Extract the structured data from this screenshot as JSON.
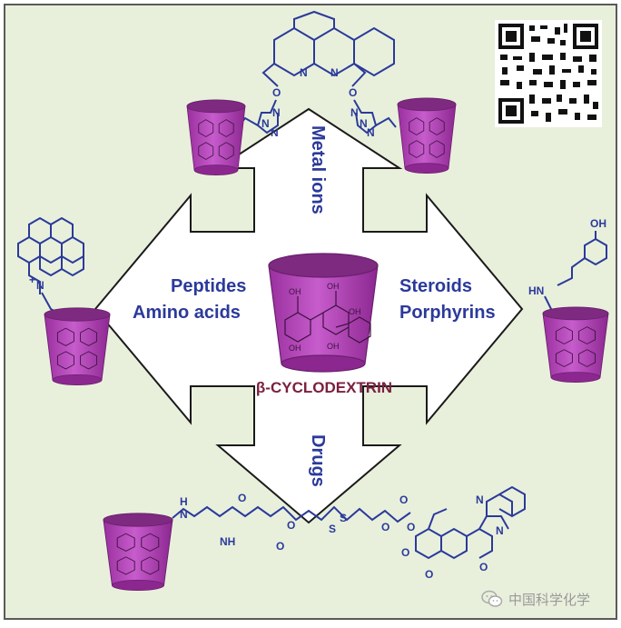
{
  "figure": {
    "center_label": "β-CYCLODEXTRIN",
    "arrows": {
      "top": "Metal ions",
      "left_line1": "Peptides",
      "left_line2": "Amino acids",
      "right_line1": "Steroids",
      "right_line2": "Porphyrins",
      "bottom": "Drugs"
    },
    "atoms": {
      "oh": "OH",
      "nh": "NH",
      "h": "H",
      "n": "N",
      "o": "O",
      "s": "S",
      "plus": "+",
      "hn": "HN"
    }
  },
  "watermark": {
    "text": "中国科学化学"
  },
  "colors": {
    "background": "#e8f0dc",
    "border": "#5a5a5a",
    "label": "#2b3a9a",
    "center_label": "#7a2040",
    "cone": "#b23db8",
    "cone_top": "#7d2a80",
    "structure": "#2b3a9a"
  },
  "icons": [
    "qr-code-icon",
    "wechat-icon"
  ]
}
